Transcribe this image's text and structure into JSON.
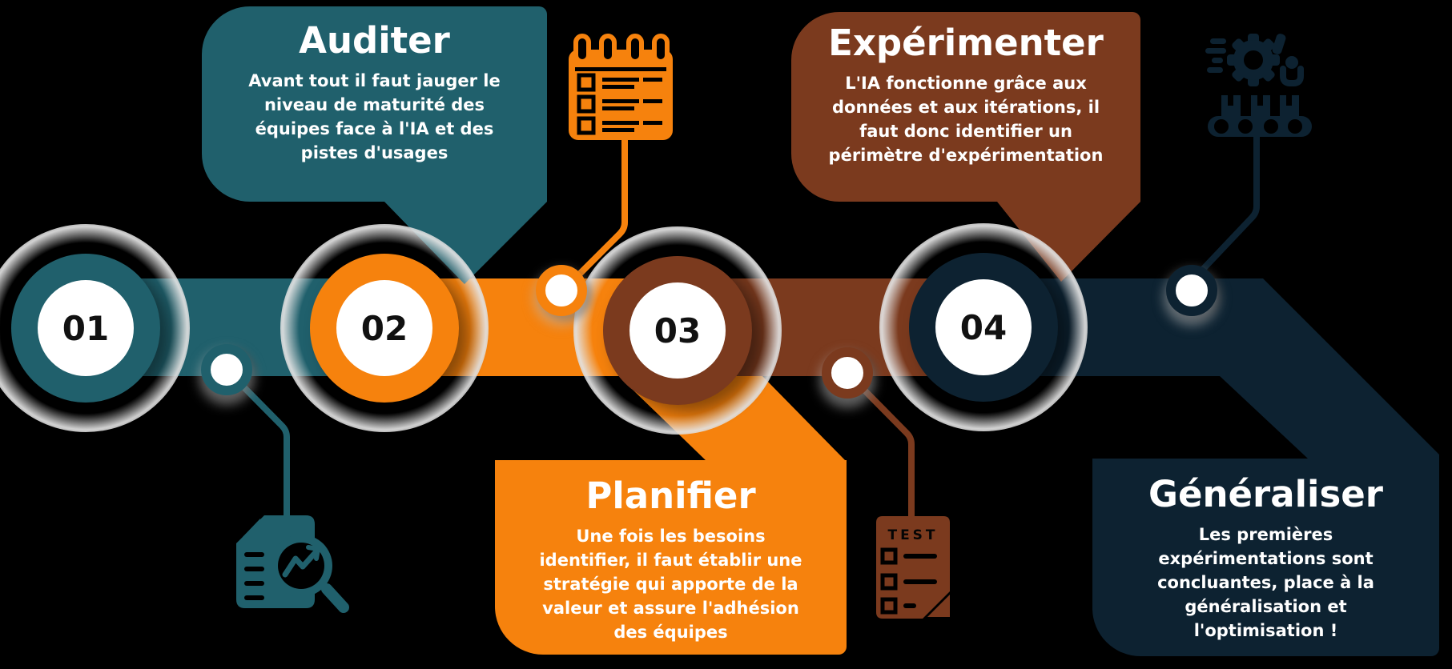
{
  "background_color": "#000000",
  "steps": [
    {
      "number": "01",
      "title": "Auditer",
      "description": "Avant tout il faut jauger le\nniveau de maturité des\néquipes face à l'IA et des\npistes d'usages",
      "color": "#20606C",
      "icon": "analysis-report-icon"
    },
    {
      "number": "02",
      "title": "Planifier",
      "description": "Une fois les besoins\nidentifier, il faut établir une\nstratégie qui apporte de la\nvaleur et assure l'adhésion\ndes équipes",
      "color": "#F6820D",
      "icon": "checklist-notepad-icon"
    },
    {
      "number": "03",
      "title": "Expérimenter",
      "description": "L'IA fonctionne grâce aux\ndonnées et aux itérations, il\nfaut donc identifier un\npérimètre d'expérimentation",
      "color": "#7B3A1E",
      "icon_label": "TEST",
      "icon": "test-clipboard-icon"
    },
    {
      "number": "04",
      "title": "Généraliser",
      "description": "Les premières\nexpérimentations sont\nconcluantes, place à la\ngénéralisation et\nl'optimisation !",
      "color": "#0D2231",
      "icon": "automation-production-icon"
    }
  ]
}
